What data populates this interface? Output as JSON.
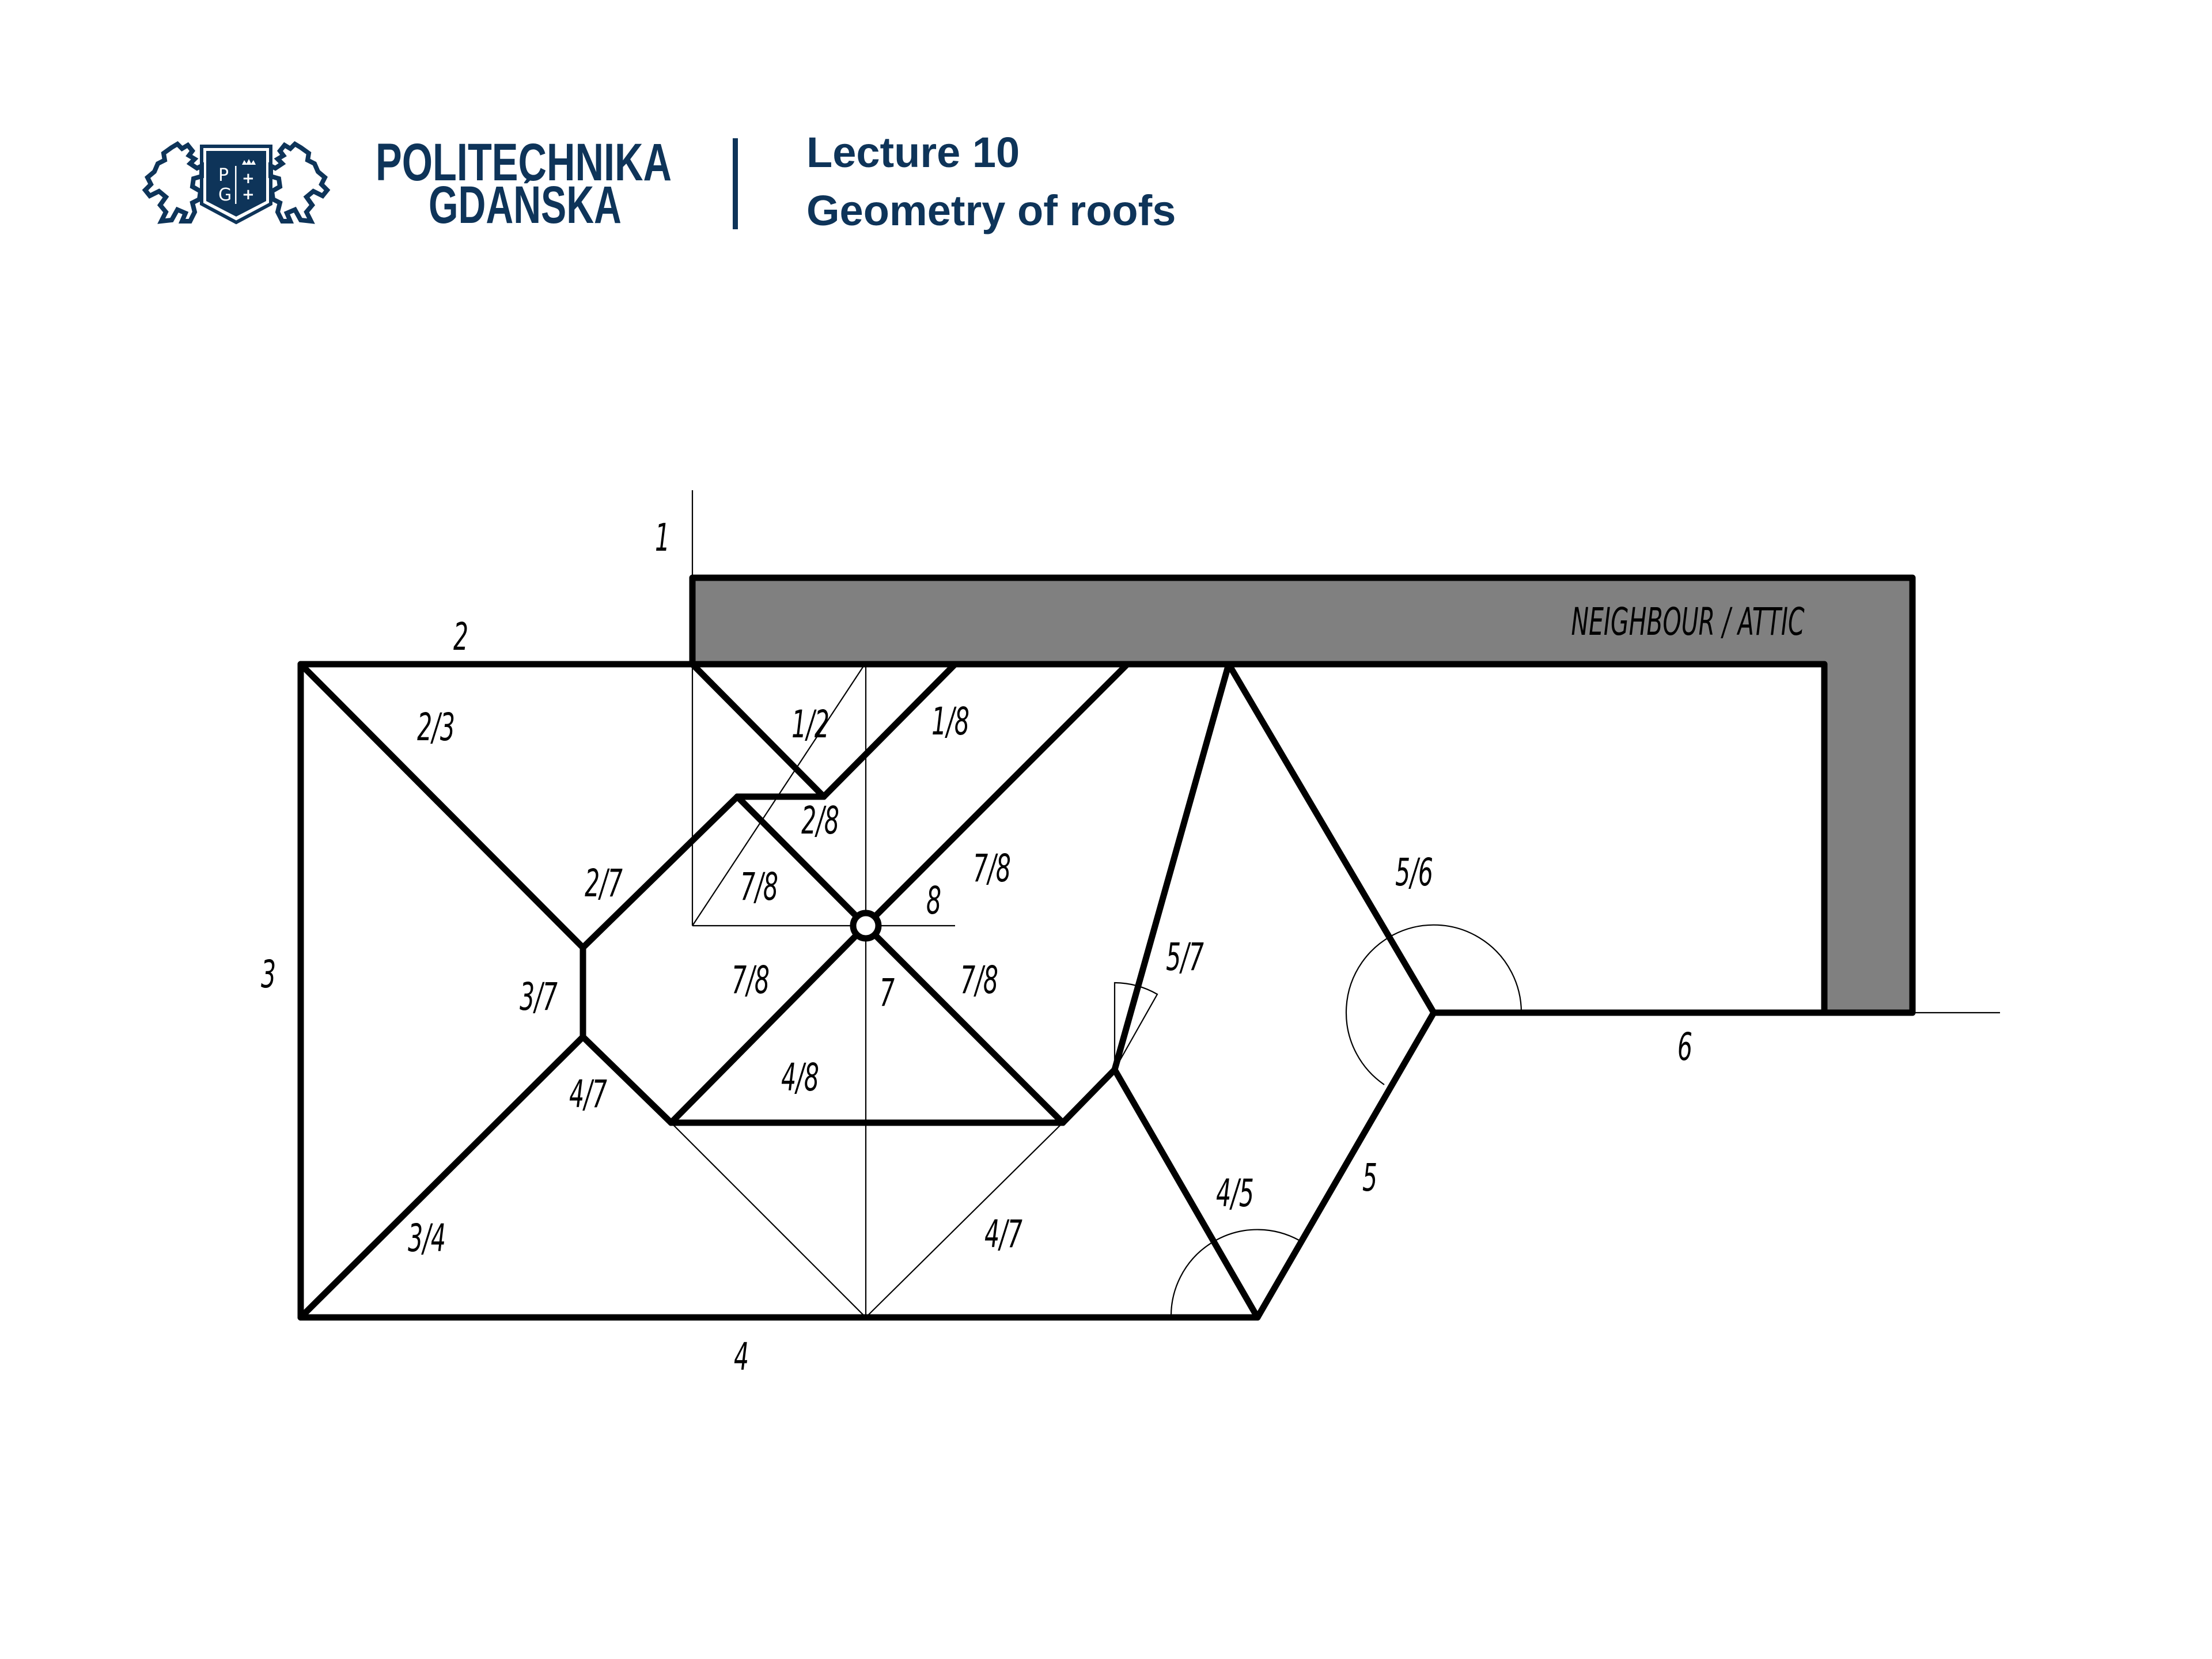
{
  "header": {
    "university_line1": "POLITECHNIKA",
    "university_line2": "GDAŃSKA",
    "logo": {
      "icon": "pg-crest-icon",
      "shield_letters": [
        "P",
        "G"
      ],
      "color": "#0e3459"
    },
    "lecture_number": "Lecture 10",
    "lecture_title": "Geometry of roofs"
  },
  "drawing": {
    "title": "Roof plan geometry",
    "colors": {
      "lines": "#000000",
      "wall_fill": "#808080",
      "background": "#ffffff"
    },
    "wall_label": "NEIGHBOUR / ATTIC",
    "edge_labels": {
      "e1": "1",
      "e2": "2",
      "e3": "3",
      "e4": "4",
      "e5": "5",
      "e6": "6",
      "e7": "7",
      "e8": "8"
    },
    "line_labels": {
      "l_2_3": "2/3",
      "l_1_2": "1/2",
      "l_1_8": "1/8",
      "l_2_8": "2/8",
      "l_2_7": "2/7",
      "l_7_8_a": "7/8",
      "l_7_8_b": "7/8",
      "l_3_7": "3/7",
      "l_7_8_c": "7/8",
      "l_7_8_d": "7/8",
      "l_5_7": "5/7",
      "l_5_6": "5/6",
      "l_4_7_a": "4/7",
      "l_4_8": "4/8",
      "l_3_4": "3/4",
      "l_4_7_b": "4/7",
      "l_4_5": "4/5"
    }
  }
}
